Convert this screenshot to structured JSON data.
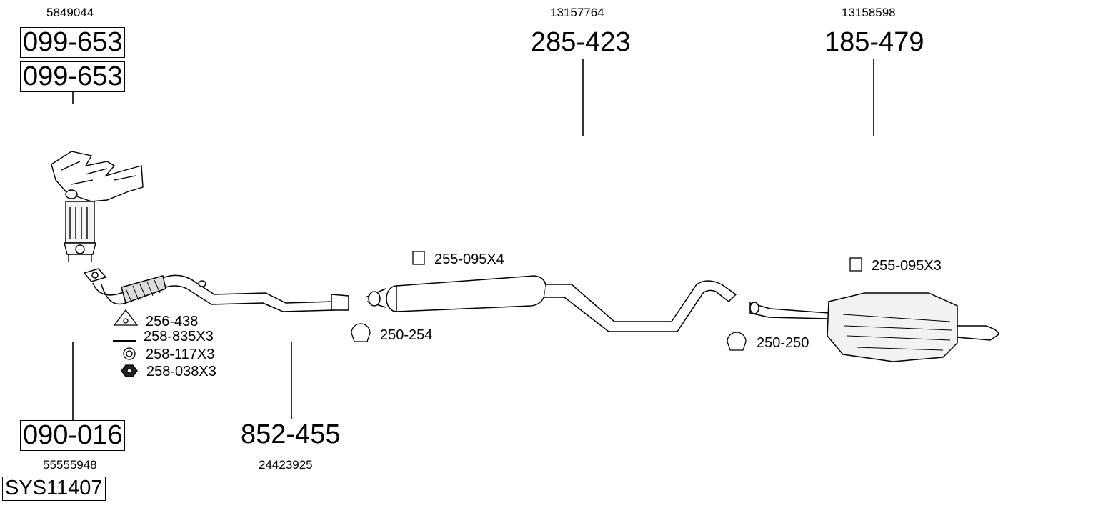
{
  "oe_numbers": {
    "manifold": "5849044",
    "downpipe": "55555948",
    "front_pipe": "24423925",
    "middle_silencer": "13157764",
    "rear_silencer": "13158598"
  },
  "part_numbers": {
    "manifold_1": "099-653",
    "manifold_2": "099-653",
    "catalyst": "090-016",
    "front_pipe": "852-455",
    "middle_silencer": "285-423",
    "rear_silencer": "185-479"
  },
  "system_number": "SYS11407",
  "accessories": {
    "gasket": "256-438",
    "bolt": "258-835X3",
    "spring": "258-117X3",
    "nut": "258-038X3",
    "clamp_front": "250-254",
    "rubber_mount_mid": "255-095X4",
    "clamp_rear": "250-250",
    "rubber_mount_rear": "255-095X3"
  }
}
